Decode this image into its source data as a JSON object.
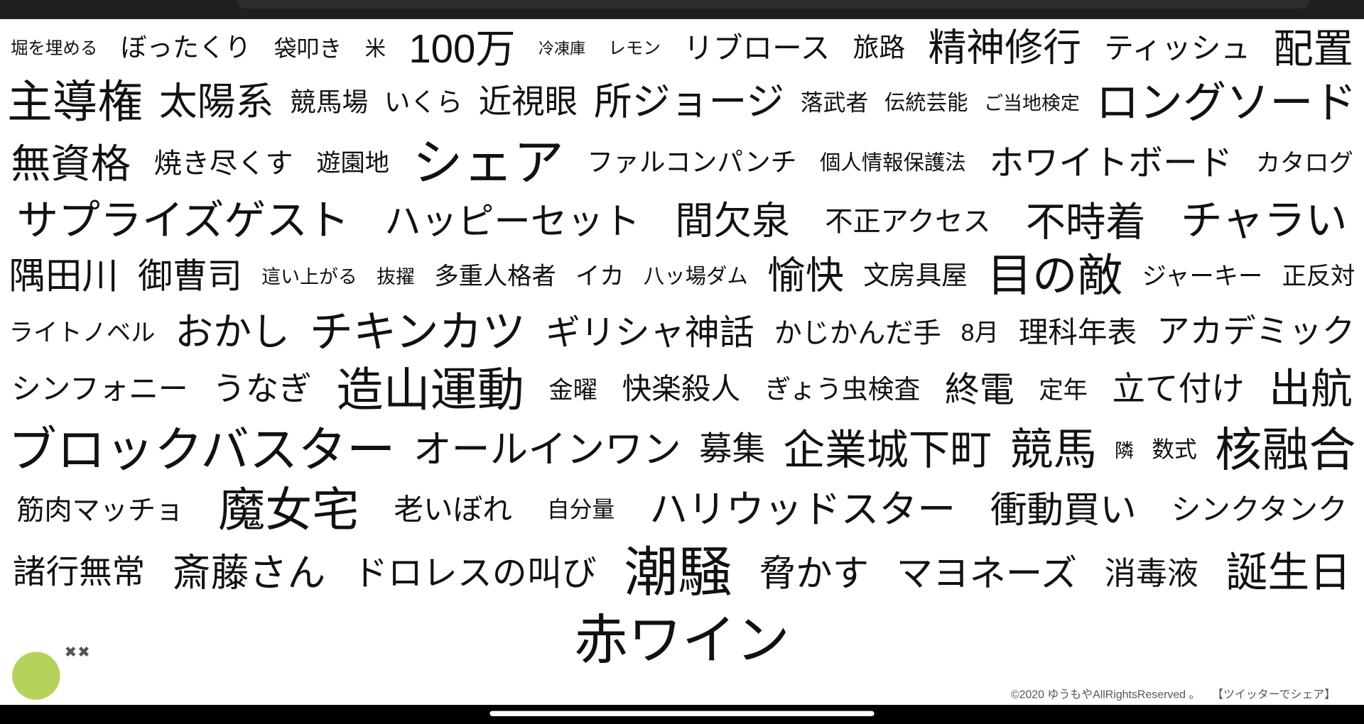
{
  "words": [
    "堀を埋める",
    "ぼったくり",
    "袋叩き",
    "米",
    "100万",
    "冷凍庫",
    "レモン",
    "リブロース",
    "旅路",
    "精神修行",
    "ティッシュ",
    "配置",
    "主導権",
    "太陽系",
    "競馬場",
    "いくら",
    "近視眼",
    "所ジョージ",
    "落武者",
    "伝統芸能",
    "ご当地検定",
    "ロングソード",
    "無資格",
    "焼き尽くす",
    "遊園地",
    "シェア",
    "ファルコンパンチ",
    "個人情報保護法",
    "ホワイトボード",
    "カタログ",
    "サプライズゲスト",
    "ハッピーセット",
    "間欠泉",
    "不正アクセス",
    "不時着",
    "チャラい",
    "隅田川",
    "御曹司",
    "這い上がる",
    "抜擢",
    "多重人格者",
    "イカ",
    "八ッ場ダム",
    "愉快",
    "文房具屋",
    "目の敵",
    "ジャーキー",
    "正反対",
    "ライトノベル",
    "おかし",
    "チキンカツ",
    "ギリシャ神話",
    "かじかんだ手",
    "8月",
    "理科年表",
    "アカデミック",
    "シンフォニー",
    "うなぎ",
    "造山運動",
    "金曜",
    "快楽殺人",
    "ぎょう虫検査",
    "終電",
    "定年",
    "立て付け",
    "出航",
    "ブロックバスター",
    "オールインワン",
    "募集",
    "企業城下町",
    "競馬",
    "隣",
    "数式",
    "核融合",
    "筋肉マッチョ",
    "魔女宅",
    "老いぼれ",
    "自分量",
    "ハリウッドスター",
    "衝動買い",
    "シンクタンク",
    "諸行無常",
    "斎藤さん",
    "ドロレスの叫び",
    "潮騒",
    "脅かす",
    "マヨネーズ",
    "消毒液",
    "誕生日",
    "赤ワイン"
  ],
  "footer": {
    "copyright": "©2020 ゆうもやAllRightsReserved 。",
    "share_link": "【ツイッターでシェア】"
  },
  "close_marks": "✖✖",
  "colors": {
    "text": "#111111",
    "accent_dot": "#b5d35a",
    "footer_text": "#555555"
  }
}
